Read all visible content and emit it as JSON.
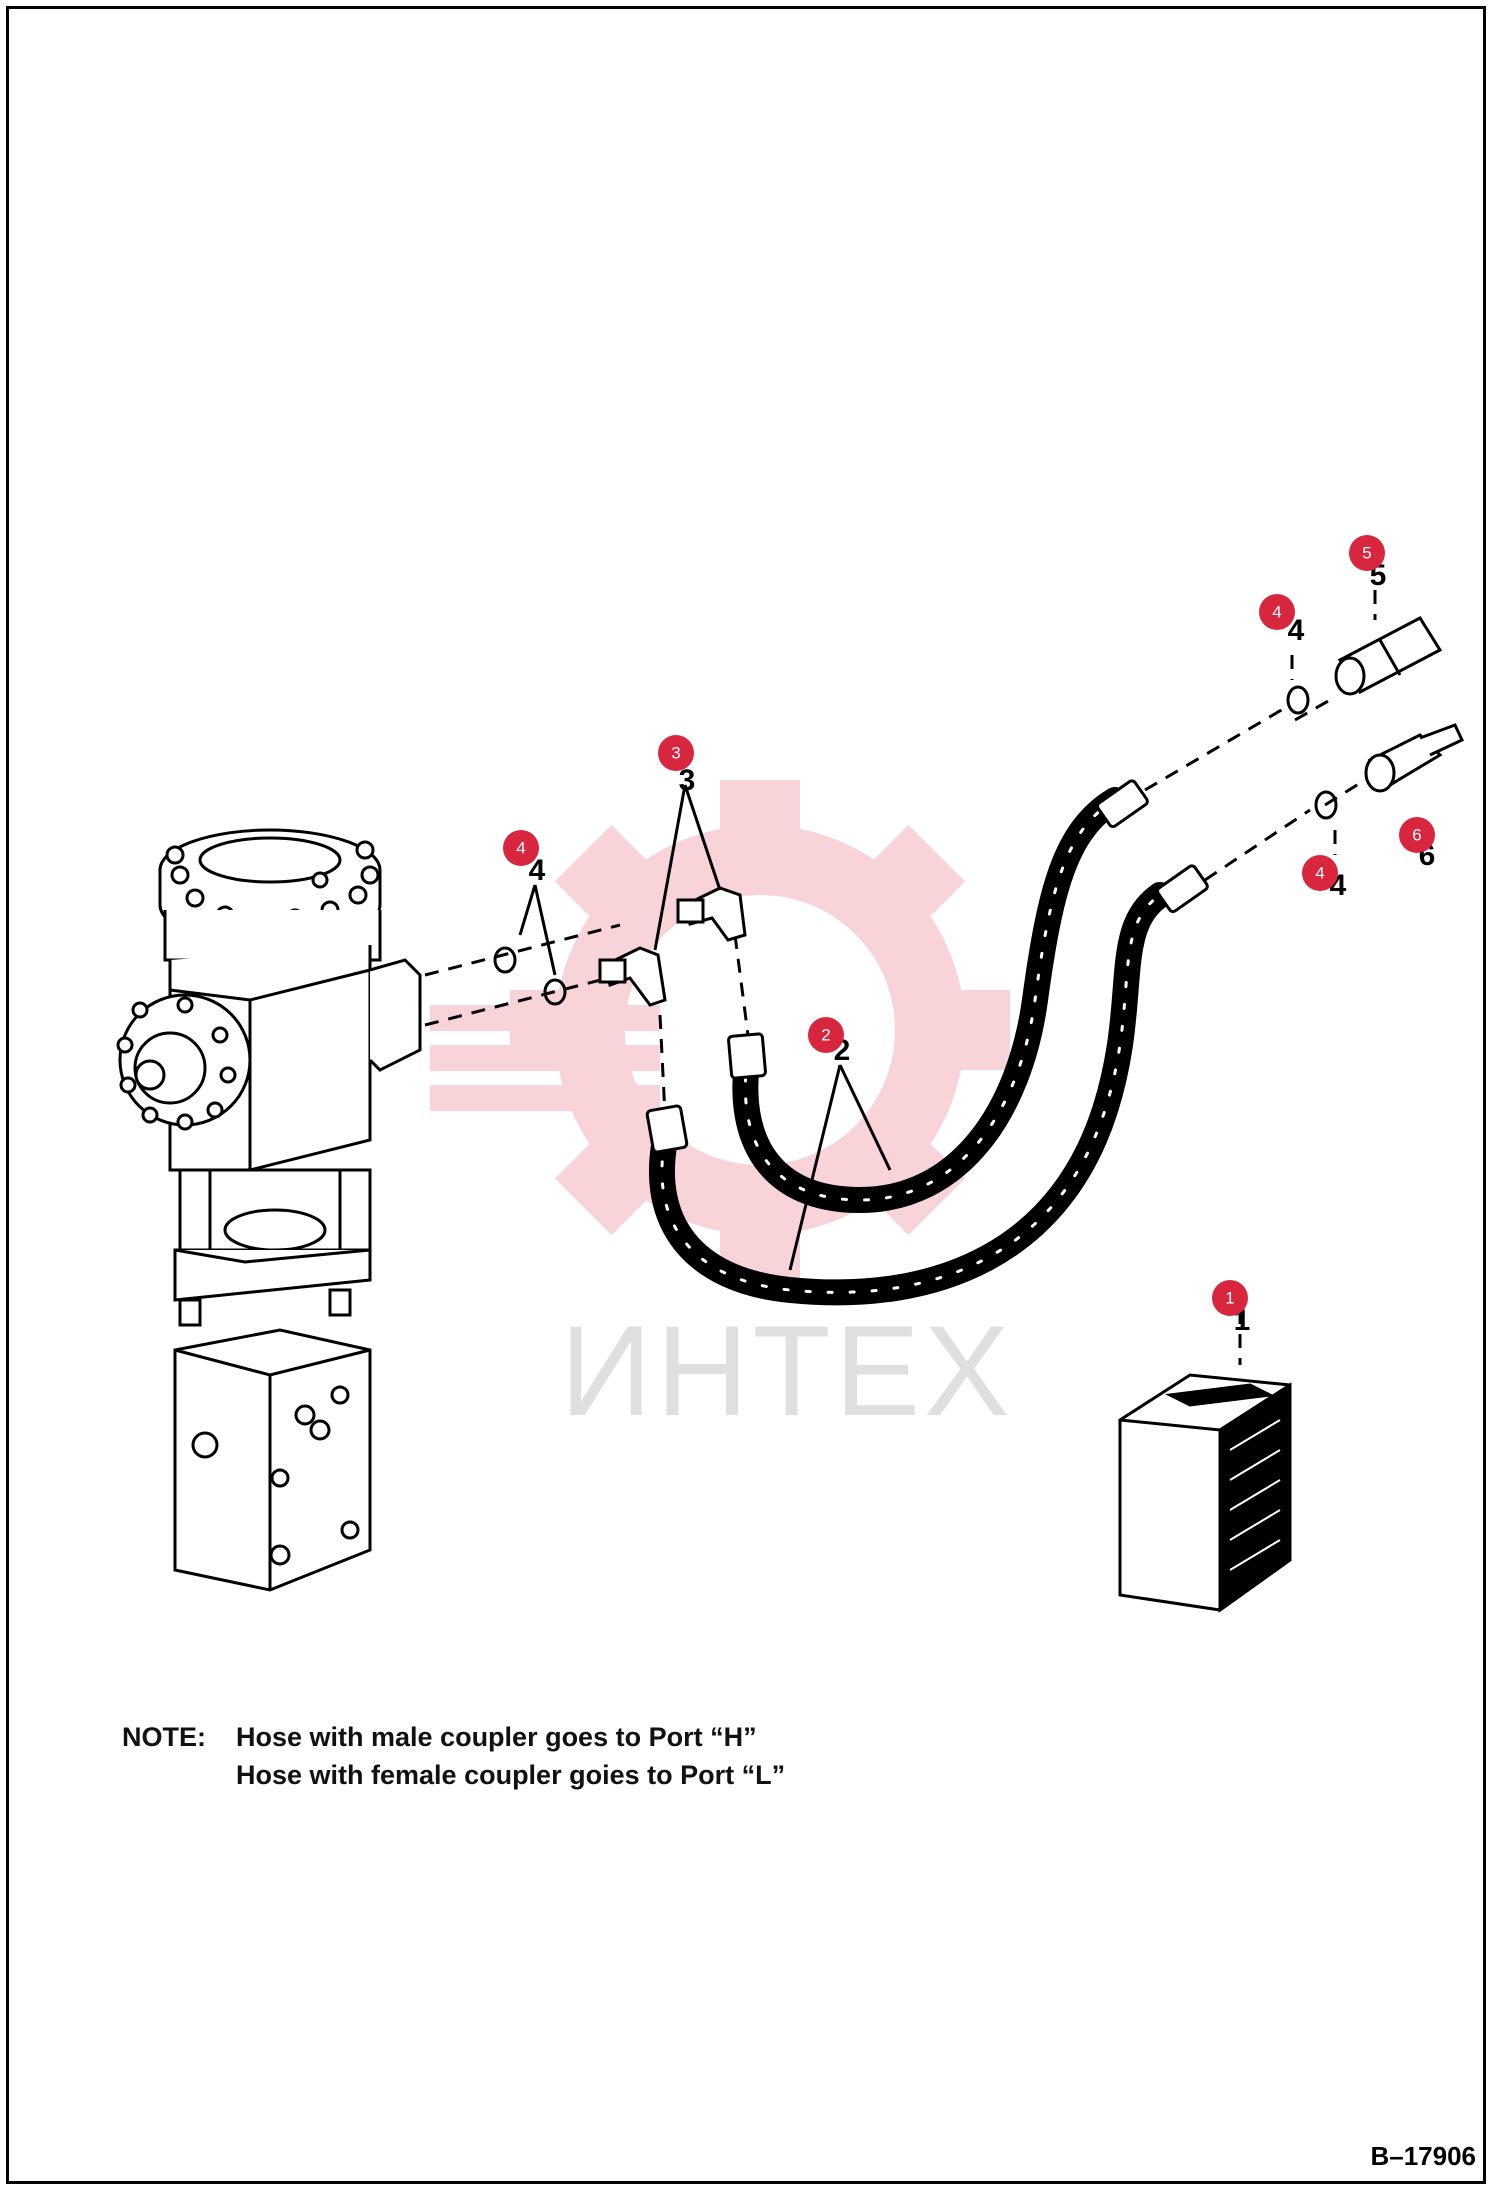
{
  "watermark": {
    "text": "ИНТЕХ",
    "color": "#e04050"
  },
  "callouts": [
    {
      "id": "1",
      "label": "1"
    },
    {
      "id": "2",
      "label": "2"
    },
    {
      "id": "3",
      "label": "3"
    },
    {
      "id": "4a",
      "label": "4"
    },
    {
      "id": "4b",
      "label": "4"
    },
    {
      "id": "4c",
      "label": "4"
    },
    {
      "id": "5",
      "label": "5"
    },
    {
      "id": "6",
      "label": "6"
    }
  ],
  "part_numbers": {
    "p1": "1",
    "p2": "2",
    "p3": "3",
    "p4a": "4",
    "p4b": "4",
    "p4c": "4",
    "p5": "5",
    "p6": "6"
  },
  "callout_color": "#d7263d",
  "note": {
    "key": "NOTE:",
    "line1": "Hose with male coupler goes to Port “H”",
    "line2": "Hose with female coupler goies to Port “L”"
  },
  "figure_number": "B–17906"
}
